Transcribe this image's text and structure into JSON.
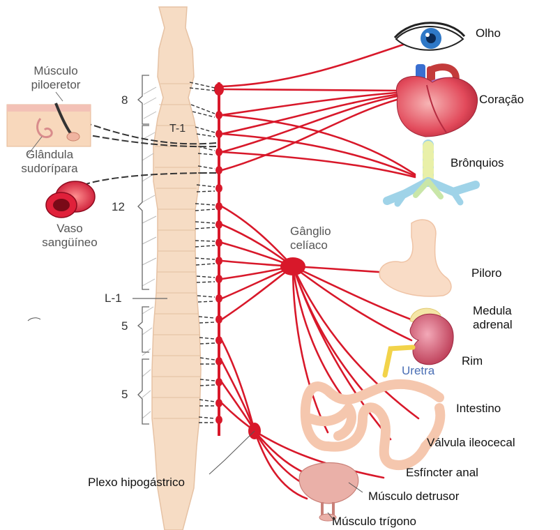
{
  "labels": {
    "olho": "Olho",
    "coracao": "Coração",
    "bronquios": "Brônquios",
    "piloro": "Piloro",
    "medula_adrenal": "Medula adrenal",
    "rim": "Rim",
    "uretra": "Uretra",
    "intestino": "Intestino",
    "valvula_ileocecal": "Válvula ileocecal",
    "esfincter_anal": "Esfíncter anal",
    "musculo_detrusor": "Músculo detrusor",
    "musculo_trigono": "Músculo trígono",
    "plexo_hipogastrico": "Plexo hipogástrico",
    "ganglio_celiaco": "Gânglio celíaco",
    "musculo_piloeretor": "Músculo piloeretor",
    "glandula_sudoripara": "Glândula sudorípara",
    "vaso_sanguineo": "Vaso sangüíneo"
  },
  "spine_labels": {
    "seg8": "8",
    "t1": "T-1",
    "seg12": "12",
    "l1": "L-1",
    "seg5a": "5",
    "seg5b": "5"
  },
  "colors": {
    "nerve": "#d8182a",
    "spine": "#f6dcc4",
    "spine_edge": "#e6c2a4",
    "heart": "#e24a5b",
    "kidney": "#c84060",
    "bladder": "#e9a6a0",
    "gut": "#f7c9b0"
  }
}
